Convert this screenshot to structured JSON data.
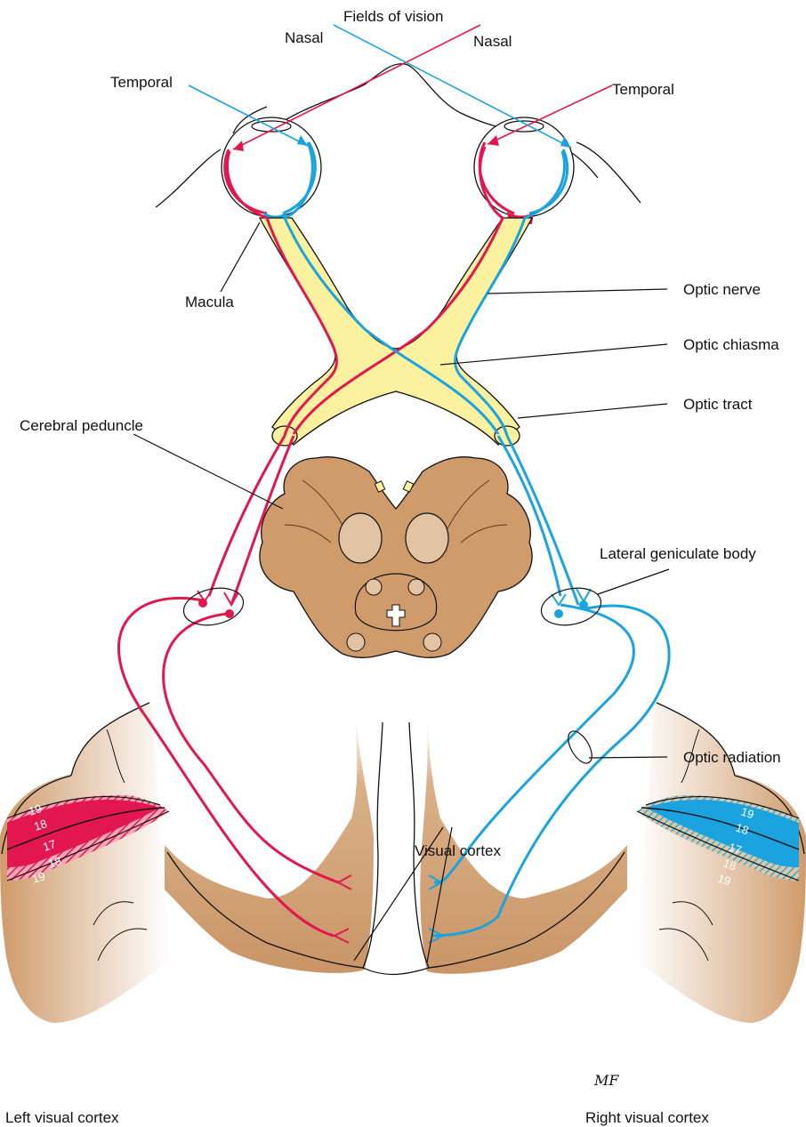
{
  "labels": {
    "fields_of_vision": "Fields of vision",
    "nasal_left": "Nasal",
    "nasal_right": "Nasal",
    "temporal_left": "Temporal",
    "temporal_right": "Temporal",
    "macula": "Macula",
    "optic_nerve": "Optic nerve",
    "optic_chiasma": "Optic chiasma",
    "optic_tract": "Optic tract",
    "cerebral_peduncle": "Cerebral peduncle",
    "lateral_geniculate_body": "Lateral geniculate body",
    "optic_radiation": "Optic radiation",
    "visual_cortex": "Visual cortex",
    "left_visual_cortex": "Left visual cortex",
    "right_visual_cortex": "Right visual cortex"
  },
  "area_numbers": {
    "left": [
      "19",
      "18",
      "17",
      "18",
      "19"
    ],
    "right": [
      "19",
      "18",
      "17",
      "18",
      "19"
    ]
  },
  "signature": "MF",
  "colors": {
    "left_pathway": "#e2174f",
    "right_pathway": "#1ba3e0",
    "nerve_fill": "#fbf19e",
    "brain_fill": "#cf9b6b",
    "line": "#111111"
  }
}
